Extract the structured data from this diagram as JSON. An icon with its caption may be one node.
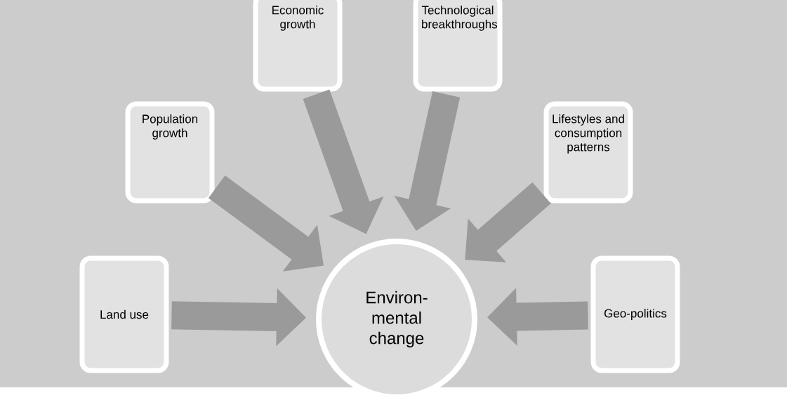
{
  "diagram": {
    "nodes": [
      {
        "text": [
          "Economic growth"
        ]
      },
      {
        "text": [
          "Technological breakthroughs"
        ]
      },
      {
        "text": [
          "Population growth"
        ]
      },
      {
        "text": [
          "Lifestyles and consumption patterns"
        ]
      },
      {
        "text": [
          "Land use"
        ]
      },
      {
        "text": [
          "Environ- mental change"
        ]
      },
      {
        "text": [
          "Geo-politics"
        ]
      }
    ],
    "edges": [
      {
        "from": 0,
        "to": 5,
        "arrow": "to"
      },
      {
        "from": 1,
        "to": 5,
        "arrow": "to"
      },
      {
        "from": 2,
        "to": 5,
        "arrow": "to"
      },
      {
        "from": 3,
        "to": 5,
        "arrow": "to"
      },
      {
        "from": 4,
        "to": 5,
        "arrow": "to"
      },
      {
        "from": 6,
        "to": 5,
        "arrow": "to"
      }
    ]
  }
}
